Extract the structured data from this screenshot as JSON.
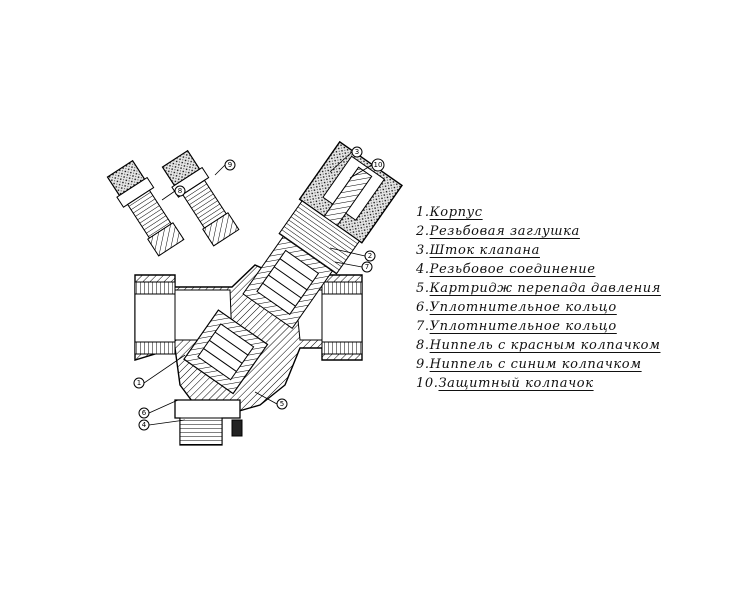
{
  "legend": [
    {
      "number": "1.",
      "label": "Корпус"
    },
    {
      "number": "2.",
      "label": "Резьбовая заглушка"
    },
    {
      "number": "3.",
      "label": "Шток клапана"
    },
    {
      "number": "4.",
      "label": "Резьбовое соединение"
    },
    {
      "number": "5.",
      "label": "Картридж перепада давления"
    },
    {
      "number": "6.",
      "label": "Уплотнительное кольцо"
    },
    {
      "number": "7.",
      "label": "Уплотнительное кольцо"
    },
    {
      "number": "8.",
      "label": "Ниппель с красным колпачком"
    },
    {
      "number": "9.",
      "label": "Ниппель с синим колпачком"
    },
    {
      "number": "10.",
      "label": "Защитный колпачок"
    }
  ],
  "callouts": {
    "c1": "1",
    "c2": "2",
    "c3": "3",
    "c4": "4",
    "c5": "5",
    "c6": "6",
    "c7": "7",
    "c8": "8",
    "c9": "9",
    "c10": "10"
  },
  "colors": {
    "line": "#000000",
    "background": "#ffffff"
  }
}
